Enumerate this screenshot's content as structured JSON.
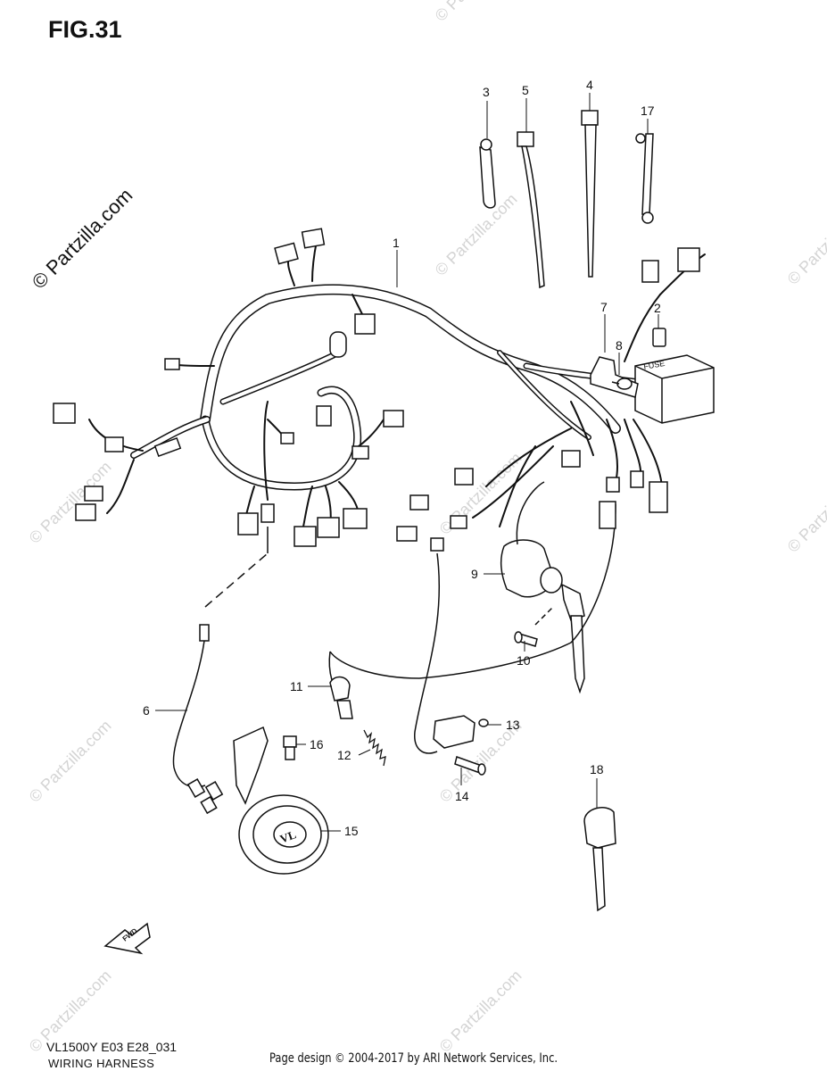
{
  "figure": {
    "title": "FIG.31"
  },
  "footer": {
    "model_code": "VL1500Y E03 E28_031",
    "section_name": "WIRING HARNESS",
    "credit": "Page design © 2004-2017 by ARI Network Services, Inc."
  },
  "watermark": {
    "text": "© Partzilla.com"
  },
  "direction_arrow": {
    "label": "FWD"
  },
  "badge": {
    "text": "VL"
  },
  "fuse_box": {
    "label": "FUSE"
  },
  "callouts": {
    "c1": "1",
    "c2": "2",
    "c3": "3",
    "c4": "4",
    "c5": "5",
    "c6": "6",
    "c7": "7",
    "c8": "8",
    "c9": "9",
    "c10": "10",
    "c11": "11",
    "c12": "12",
    "c13": "13",
    "c14": "14",
    "c15": "15",
    "c16": "16",
    "c17": "17",
    "c18": "18"
  },
  "colors": {
    "line": "#111111",
    "watermark": "#d4d4d4"
  }
}
